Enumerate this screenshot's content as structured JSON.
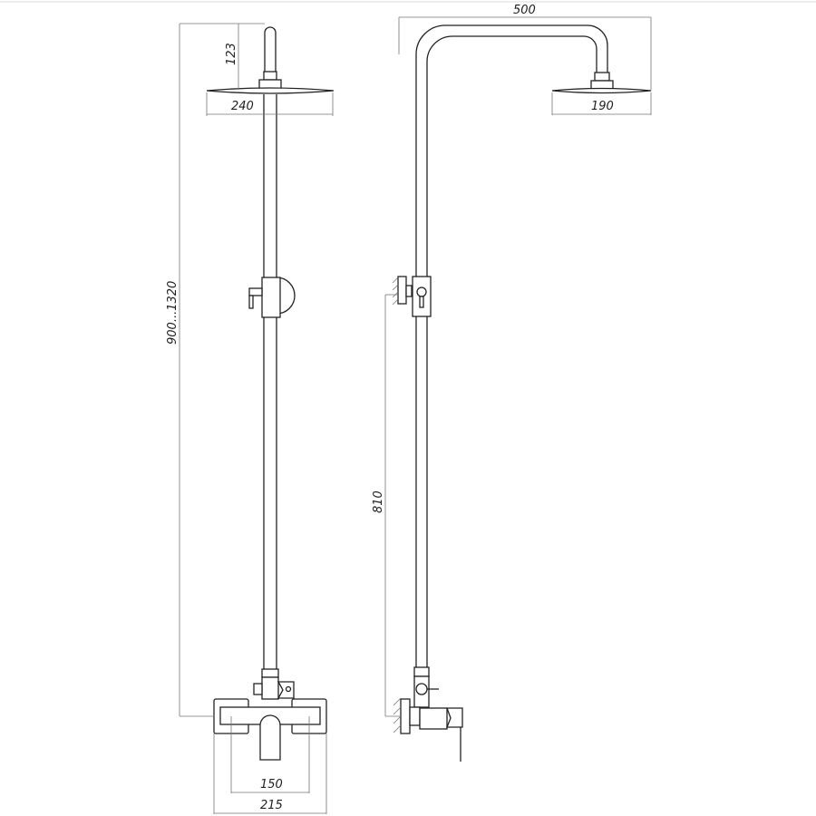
{
  "drawing": {
    "title": "Shower system technical drawing",
    "views": [
      "front",
      "side"
    ],
    "colors": {
      "line": "#222222",
      "dimension": "#777777",
      "background": "#ffffff"
    }
  },
  "front_view": {
    "dimensions": {
      "total_height": "900...1320",
      "head_arm_height": "123",
      "head_diameter": "240",
      "inlet_spacing": "150",
      "mixer_width": "215"
    }
  },
  "side_view": {
    "dimensions": {
      "arm_reach": "500",
      "head_diameter": "190",
      "bracket_height": "810"
    }
  }
}
